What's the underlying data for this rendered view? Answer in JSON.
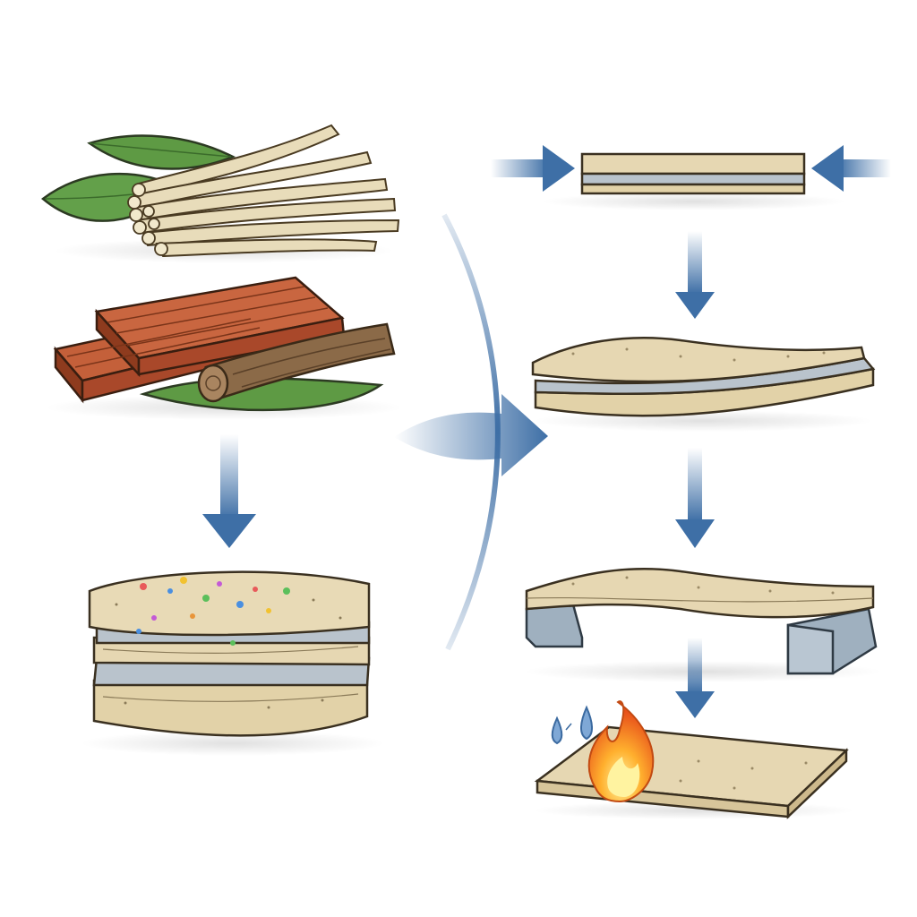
{
  "diagram": {
    "kind": "process-flow",
    "steps": [
      {
        "id": "raw-fibers",
        "icon": "plant-fiber-bundle-icon"
      },
      {
        "id": "raw-wood",
        "icon": "wood-planks-and-log-icon"
      },
      {
        "id": "layered-composite",
        "icon": "layered-composite-block-icon"
      },
      {
        "id": "compression",
        "icon": "compressed-panel-icon"
      },
      {
        "id": "laminated-panel",
        "icon": "laminated-panel-icon"
      },
      {
        "id": "bending-test",
        "icon": "panel-on-supports-icon"
      },
      {
        "id": "fire-moisture-test",
        "icon": "panel-fire-water-icon"
      }
    ],
    "colors": {
      "arrow": "#3e6fa6",
      "leaf": "#5e9a44",
      "fiber": "#e8dcba",
      "wood": "#b5532e",
      "panel": "#e6d7b2",
      "core": "#b9c3cc",
      "support": "#9fb0bf",
      "flame": "#f07a1a",
      "water": "#7fa8d6"
    }
  }
}
